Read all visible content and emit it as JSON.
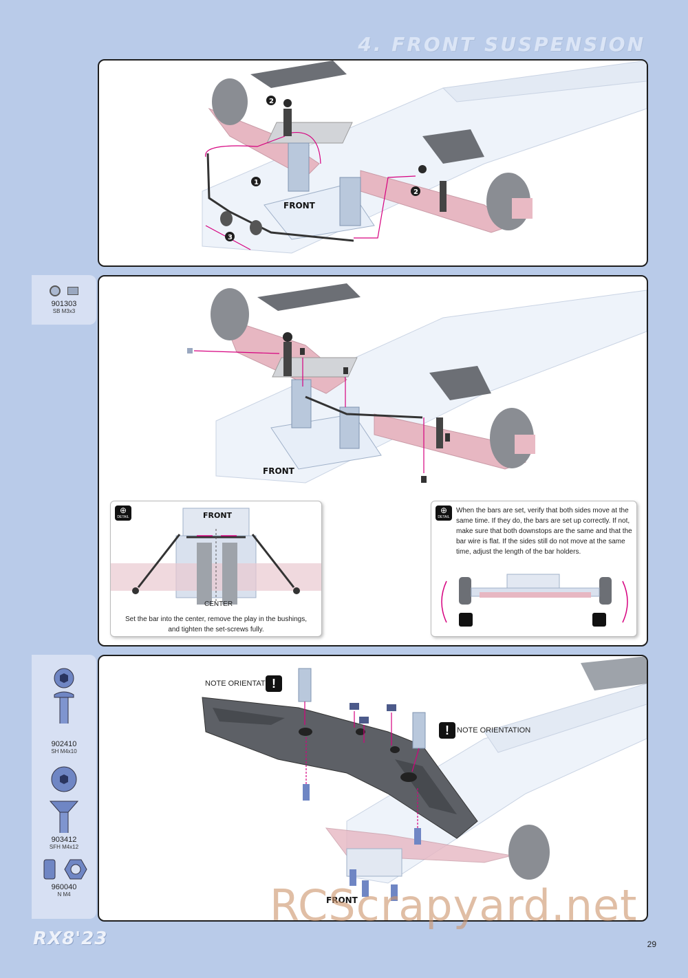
{
  "header": {
    "section_title": "4. FRONT SUSPENSION"
  },
  "labels": {
    "front": "FRONT"
  },
  "step1": {
    "callouts": [
      "1",
      "2",
      "2",
      "3"
    ]
  },
  "step2": {
    "parts": [
      {
        "code": "901303",
        "desc": "SB M3x3"
      }
    ],
    "detail_left": {
      "center_label": "CENTER",
      "caption": "Set the bar into the center, remove the play in the bushings, and tighten the set-screws fully."
    },
    "detail_right": {
      "caption": "When the bars are set, verify that both sides move at the same time. If they do, the bars are set up correctly. If not, make sure that both downstops are the same and that the bar wire is flat. If the sides still do not move at the same time, adjust the length of the bar holders."
    },
    "detail_badge": "DETAIL"
  },
  "step3": {
    "parts": [
      {
        "code": "902410",
        "desc": "SH M4x10"
      },
      {
        "code": "903412",
        "desc": "SFH M4x12"
      },
      {
        "code": "960040",
        "desc": "N M4"
      }
    ],
    "note_orientation": "NOTE ORIENTATION",
    "warning_glyph": "!"
  },
  "footer": {
    "model": "RX8'23",
    "page_number": "29",
    "watermark": "RCScrapyard.net"
  },
  "colors": {
    "background": "#b9cbe9",
    "accent": "#d6007f",
    "parts_panel": "#d7e0f3"
  }
}
